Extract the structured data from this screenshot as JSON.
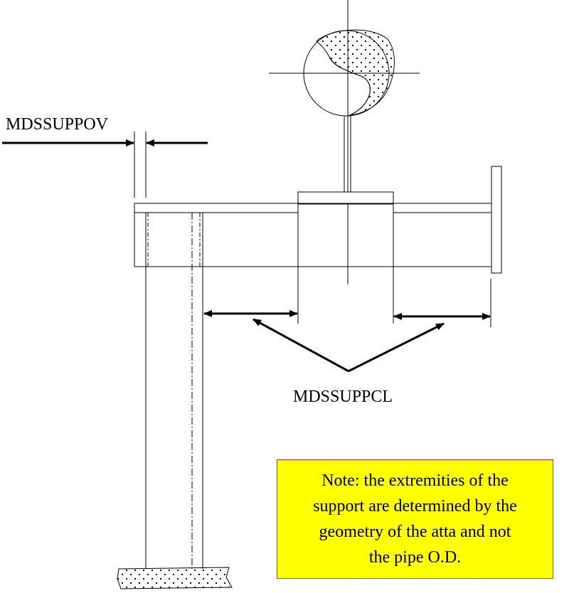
{
  "labels": {
    "overhang": "MDSSUPPOV",
    "clearance": "MDSSUPPCL"
  },
  "note": {
    "lines": [
      "Note: the extremities of the",
      "support are determined by the",
      "geometry of the atta and not",
      "the pipe  O.D."
    ]
  },
  "colors": {
    "note_background": "#ffff00",
    "note_border": "#c0392b",
    "line": "#000000"
  }
}
